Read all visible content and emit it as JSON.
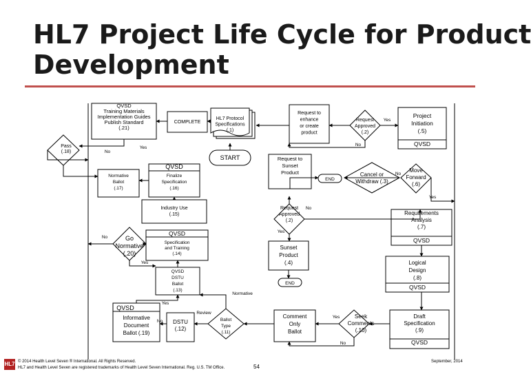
{
  "title": {
    "line1": "HL7 Project Life Cycle for Product",
    "line2": "Development"
  },
  "nodes": {
    "qvsd_pub": [
      "QVSD",
      "Training Materials",
      "Implementation Guides",
      "Publish Standard",
      "(.21)"
    ],
    "complete": [
      "COMPLETE"
    ],
    "protocol": [
      "HL7 Protocol",
      "Specifications",
      "(.1)"
    ],
    "request_enhance": [
      "Request to",
      "enhance",
      "or create",
      "product"
    ],
    "request_approved": [
      "Request",
      "Approved",
      "(.2)"
    ],
    "project_init": [
      "Project",
      "Initiation",
      "(.5)"
    ],
    "qvsd_init": "QVSD",
    "pass": [
      "Pass",
      "(.18)"
    ],
    "start": "START",
    "request_sunset": [
      "Request to",
      "Sunset",
      "Product"
    ],
    "end1": "END",
    "cancel": [
      "Cancel or",
      "Withdraw (.3)"
    ],
    "move_forward": [
      "Move",
      "Forward",
      "(.6)"
    ],
    "normative_ballot": [
      "Normative",
      "Ballot",
      "(.17)"
    ],
    "qvsd_final": "QVSD",
    "finalize": [
      "Finalize",
      "Specification",
      "(.16)"
    ],
    "industry_use": [
      "Industry Use",
      "(.15)"
    ],
    "request_approved2": [
      "Request",
      "Approved",
      "(.2)"
    ],
    "requirements": [
      "Requirements",
      "Analysis",
      "(.7)"
    ],
    "qvsd_req": "QVSD",
    "go_normative": [
      "Go",
      "Normative",
      "(.20)"
    ],
    "qvsd_spec": "QVSD",
    "spec_training": [
      "Specification",
      "and Training",
      "(.14)"
    ],
    "sunset_product": [
      "Sunset",
      "Product",
      "(.4)"
    ],
    "dstu_ballot": [
      "QVSD",
      "DSTU",
      "Ballot",
      "(.13)"
    ],
    "end2": "END",
    "logical_design": [
      "Logical",
      "Design",
      "(.8)"
    ],
    "qvsd_logical": "QVSD",
    "qvsd_info": "QVSD",
    "info_doc": [
      "Informative",
      "Document",
      "Ballot (.19)"
    ],
    "dstu": [
      "DSTU",
      "(.12)"
    ],
    "ballot_type": [
      "Ballot",
      "Type",
      "(.11)"
    ],
    "comment_only": [
      "Comment",
      "Only",
      "Ballot"
    ],
    "seek_comments": [
      "Seek",
      "Comments",
      "(.10)"
    ],
    "draft_spec": [
      "Draft",
      "Specification",
      "(.9)"
    ],
    "qvsd_draft": "QVSD"
  },
  "labels": {
    "no": "No",
    "yes": "Yes",
    "normative": "Normative",
    "review": "Review"
  },
  "footer": {
    "copyright": "© 2014 Health Level Seven ® International. All Rights Reserved.",
    "trademark": "HL7 and Health Level Seven are registered trademarks of Health Level Seven International. Reg. U.S. TM Office.",
    "page": "54",
    "date": "September, 2014",
    "logo": "HL7"
  },
  "colors": {
    "accent_rule": "#c0504d",
    "line": "#000000"
  }
}
